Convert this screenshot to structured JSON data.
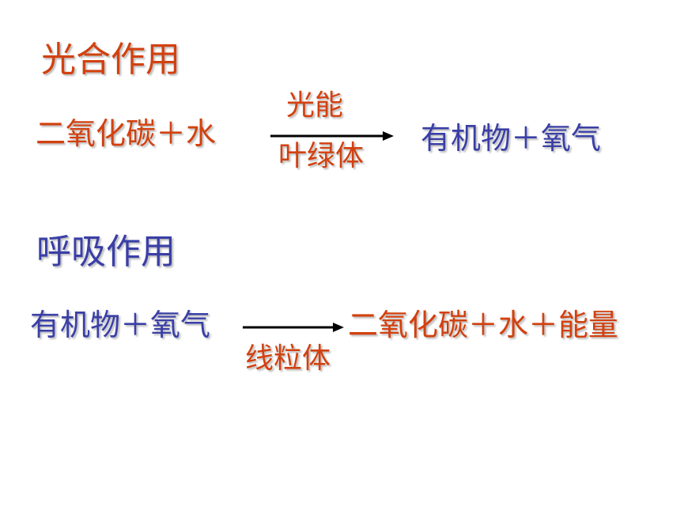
{
  "colors": {
    "reactant_red": "#d2410f",
    "product_blue": "#3a3fa6",
    "arrow_black": "#000000"
  },
  "photosynthesis": {
    "title": "光合作用",
    "reactants": "二氧化碳＋水",
    "condition_above": "光能",
    "condition_below": "叶绿体",
    "products": "有机物＋氧气"
  },
  "respiration": {
    "title": "呼吸作用",
    "reactants": "有机物＋氧气",
    "condition_below": "线粒体",
    "products": "二氧化碳＋水＋能量"
  }
}
